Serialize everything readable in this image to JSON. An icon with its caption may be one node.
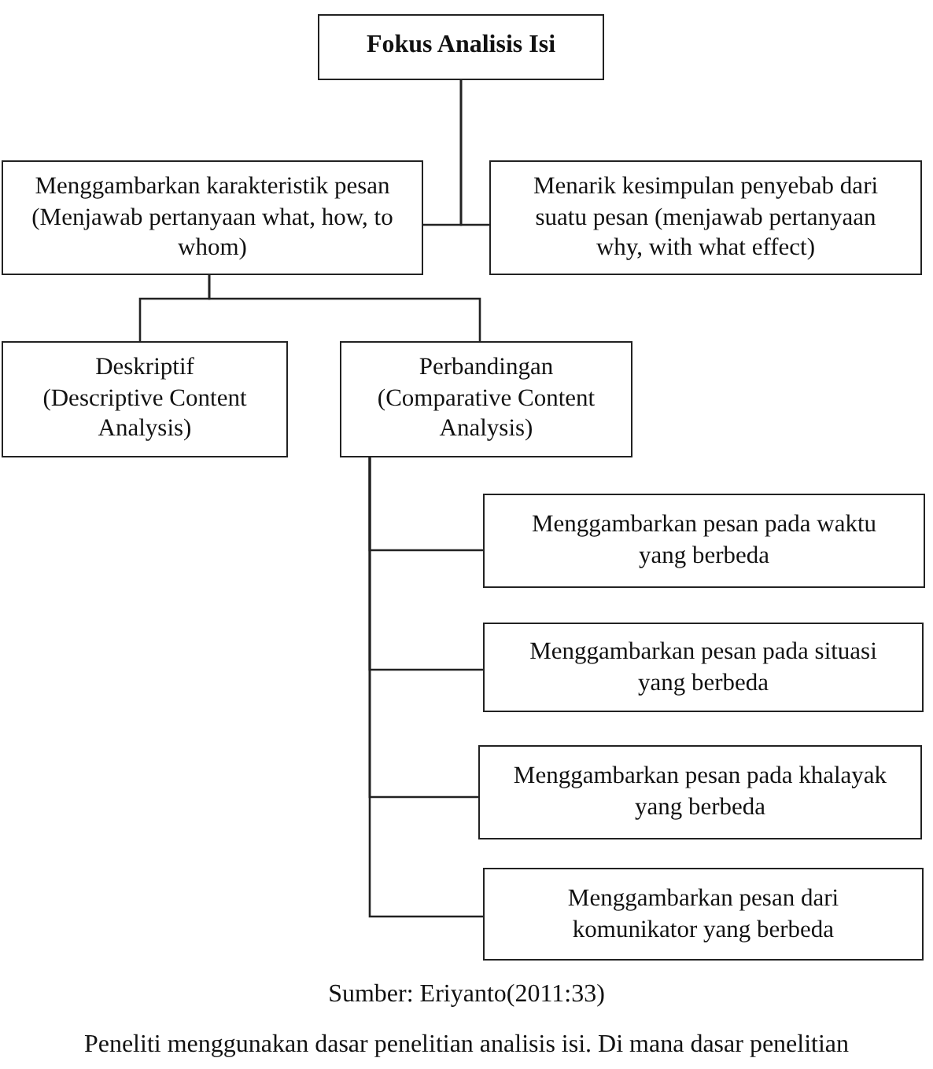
{
  "diagram": {
    "nodes": [
      {
        "text": [
          "Fokus Analisis Isi"
        ]
      },
      {
        "text": [
          "Menggambarkan karakteristik pesan (Menjawab pertanyaan what, how, to whom)"
        ]
      },
      {
        "text": [
          "Menarik kesimpulan penyebab dari suatu pesan (menjawab pertanyaan why, with what effect)"
        ]
      },
      {
        "text": [
          "Deskriptif",
          "(Descriptive Content Analysis)"
        ]
      },
      {
        "text": [
          "Perbandingan",
          "(Comparative Content Analysis)"
        ]
      },
      {
        "text": [
          "Menggambarkan pesan pada waktu yang berbeda"
        ]
      },
      {
        "text": [
          "Menggambarkan pesan pada situasi yang berbeda"
        ]
      },
      {
        "text": [
          "Menggambarkan pesan pada khalayak yang berbeda"
        ]
      },
      {
        "text": [
          "Menggambarkan pesan dari komunikator yang berbeda"
        ]
      }
    ],
    "edges": [
      {
        "from": 0,
        "to": 1,
        "arrow": "none"
      },
      {
        "from": 0,
        "to": 2,
        "arrow": "none"
      },
      {
        "from": 1,
        "to": 3,
        "arrow": "none"
      },
      {
        "from": 1,
        "to": 4,
        "arrow": "none"
      },
      {
        "from": 4,
        "to": 5,
        "arrow": "none"
      },
      {
        "from": 4,
        "to": 6,
        "arrow": "none"
      },
      {
        "from": 4,
        "to": 7,
        "arrow": "none"
      },
      {
        "from": 4,
        "to": 8,
        "arrow": "none"
      }
    ],
    "labels": [
      "Sumber: Eriyanto(2011:33)",
      "Peneliti menggunakan dasar penelitian analisis isi. Di mana dasar penelitian"
    ]
  }
}
